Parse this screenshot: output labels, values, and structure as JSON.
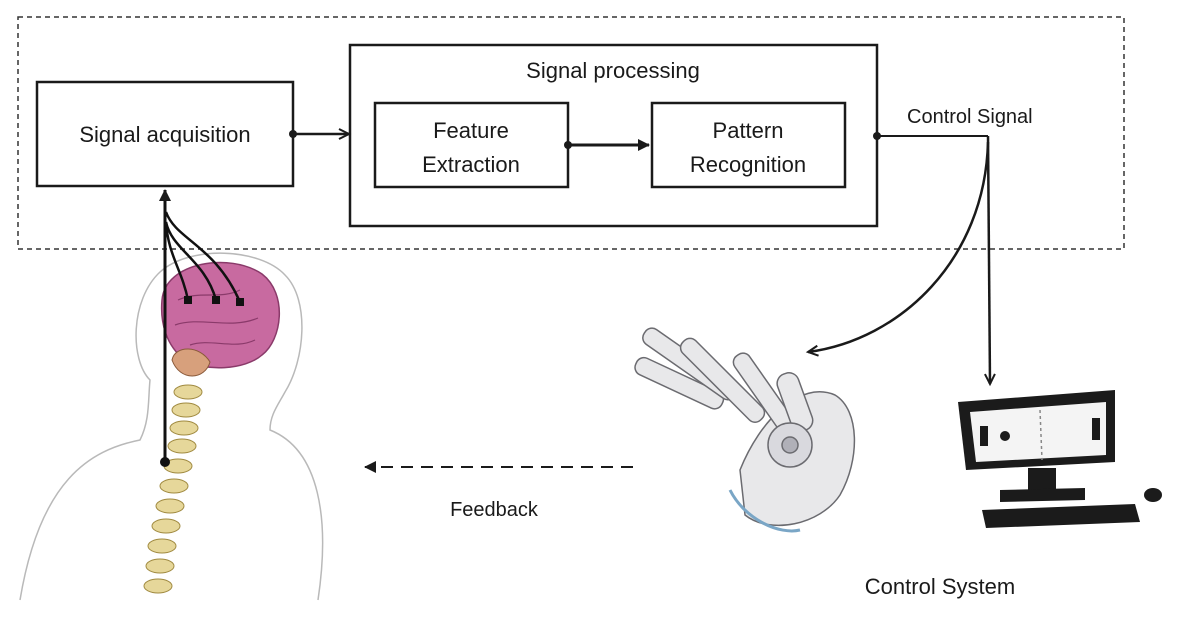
{
  "diagram": {
    "signal_acquisition": "Signal acquisition",
    "signal_processing": "Signal processing",
    "feature_extraction": [
      "Feature",
      "Extraction"
    ],
    "pattern_recognition": [
      "Pattern",
      "Recognition"
    ],
    "control_signal": "Control Signal",
    "feedback": "Feedback",
    "control_system": "Control System"
  }
}
